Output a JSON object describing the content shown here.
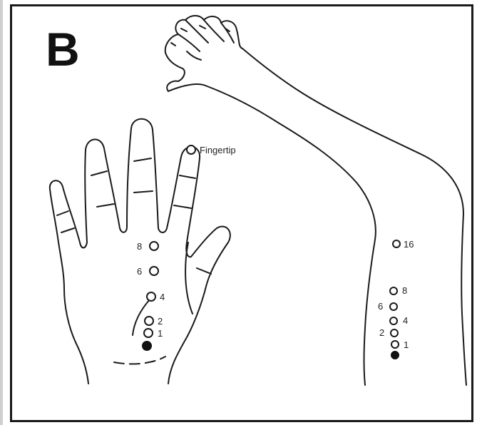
{
  "panel": {
    "letter": "B"
  },
  "palm": {
    "fingertip_label": "Fingertip",
    "points": [
      {
        "label": "8"
      },
      {
        "label": "6"
      },
      {
        "label": "4"
      },
      {
        "label": "2"
      },
      {
        "label": "1"
      }
    ]
  },
  "forearm": {
    "points": [
      {
        "label": "16"
      },
      {
        "label": "8"
      },
      {
        "label": "6"
      },
      {
        "label": "4"
      },
      {
        "label": "2"
      },
      {
        "label": "1"
      }
    ]
  },
  "colors": {
    "line": "#1a1a1a",
    "background": "#ffffff"
  }
}
